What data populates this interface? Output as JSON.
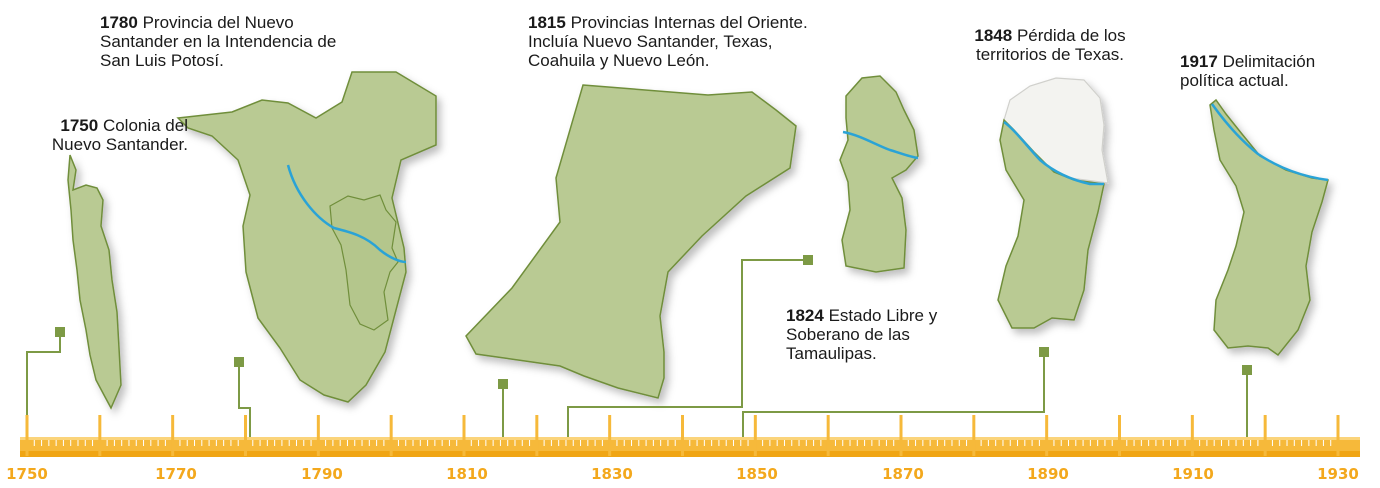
{
  "timeline": {
    "colors": {
      "bar": "#f6b93a",
      "bar_dark": "#f0a514",
      "connector": "#7d9a45",
      "map_fill": "#b9ca93",
      "map_stroke": "#6f8e3a",
      "river": "#2ba3d6",
      "lost_territory": "#f3f3f0"
    },
    "tick_years": [
      "1750",
      "1770",
      "1790",
      "1810",
      "1830",
      "1850",
      "1870",
      "1890",
      "1910",
      "1930"
    ],
    "events": [
      {
        "year": "1750",
        "text": "Colonia del Nuevo Santander."
      },
      {
        "year": "1780",
        "text": "Provincia del Nuevo Santander en la Intendencia de San Luis Potosí."
      },
      {
        "year": "1815",
        "text": "Provincias Internas del Oriente. Incluía Nuevo Santander, Texas, Coahuila y Nuevo León."
      },
      {
        "year": "1824",
        "text": "Estado Libre y Soberano de las Tamaulipas."
      },
      {
        "year": "1848",
        "text": "Pérdida de los territorios de Texas."
      },
      {
        "year": "1917",
        "text": "Delimitación política actual."
      }
    ]
  }
}
